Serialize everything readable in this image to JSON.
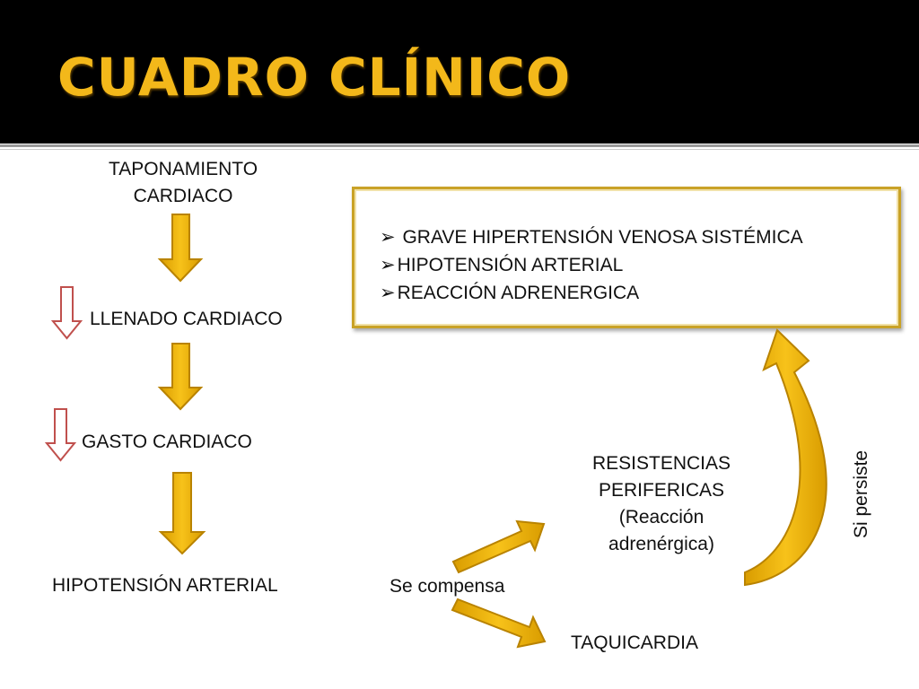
{
  "slide": {
    "title": "CUADRO CLÍNICO",
    "colors": {
      "header_bg": "#000000",
      "title": "#f3b81a",
      "arrow_fill": "#f0b400",
      "arrow_stroke": "#b98300",
      "down_small": "#c0504d",
      "box_border": "#c9a227"
    }
  },
  "flow": {
    "taponamiento": "TAPONAMIENTO CARDIACO",
    "llenado": "LLENADO CARDIACO",
    "gasto": "GASTO CARDIACO",
    "hipotension": "HIPOTENSIÓN ARTERIAL",
    "se_compensa": "Se compensa",
    "resistencias": "RESISTENCIAS PERIFERICAS (Reacción adrenérgica)",
    "taquicardia": "TAQUICARDIA",
    "si_persiste": "Si persiste"
  },
  "box": {
    "bullet_marker": "➢",
    "items": [
      "GRAVE HIPERTENSIÓN VENOSA SISTÉMICA",
      "HIPOTENSIÓN ARTERIAL",
      "REACCIÓN ADRENERGICA"
    ]
  },
  "icons": {
    "down_arrow": "down-arrow-icon",
    "decrease_arrow": "decrease-arrow-icon",
    "curved_arrow": "curved-arrow-icon"
  }
}
